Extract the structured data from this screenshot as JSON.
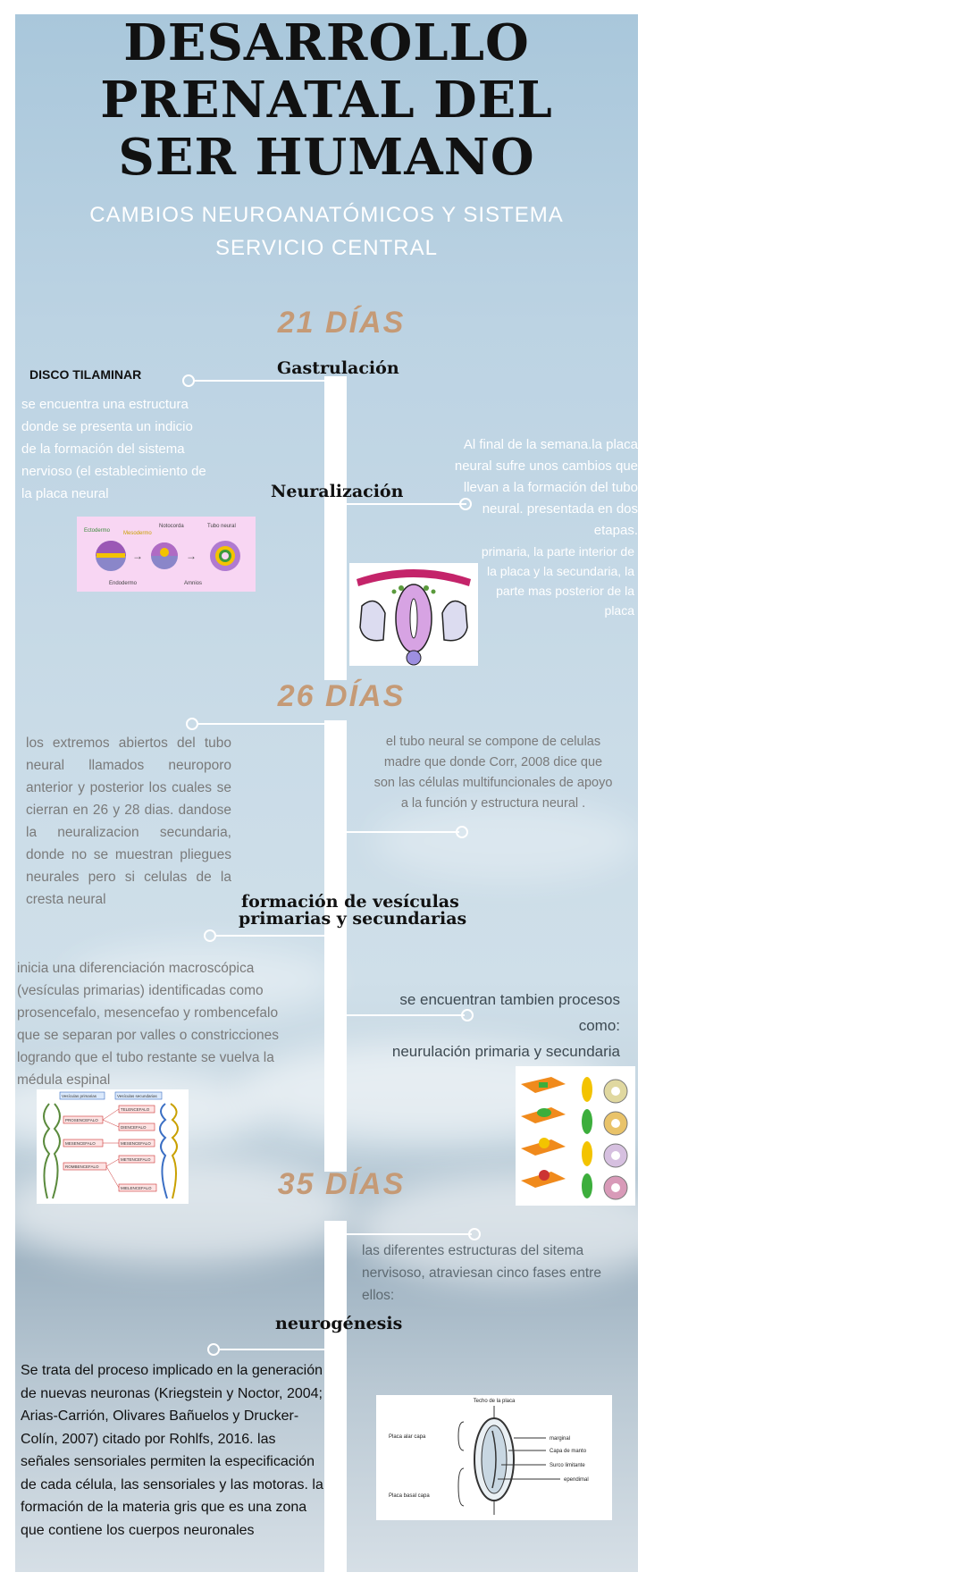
{
  "title_lines": [
    "DESARROLLO",
    "PRENATAL DEL",
    "SER HUMANO"
  ],
  "subtitle": "CAMBIOS NEUROANATÓMICOS Y SISTEMA SERVICIO CENTRAL",
  "day_21": "21 DÍAS",
  "day_26": "26 DÍAS",
  "day_35": "35 DÍAS",
  "gastrulacion": {
    "label": "Gastrulación",
    "heading": "DISCO TILAMINAR",
    "text": "se encuentra una estructura donde se presenta un indicio de la formación del sistema nervioso (el establecimiento de la placa neural"
  },
  "neuralizacion": {
    "label": "Neuralización",
    "text_1": "Al final de la semana.la placa neural sufre unos cambios que llevan a la formación del tubo neural. presentada en dos etapas.",
    "text_2": "primaria, la parte interior de la placa y la secundaria, la parte mas posterior de la placa"
  },
  "fig1": {
    "ectodermo": "Ectodermo",
    "mesodermo": "Mesodermo",
    "notocorda": "Notocorda",
    "tubo_neural": "Tubo neural",
    "endodermo": "Endodermo",
    "amnios": "Amnios"
  },
  "day26": {
    "left_text": "los extremos abiertos del tubo neural llamados neuroporo anterior y posterior los cuales se cierran en 26 y 28 dias. dandose la neuralizacion secundaria, donde no se muestran pliegues neurales pero si celulas de la cresta neural",
    "right_text": "el tubo neural se compone de celulas madre que donde Corr, 2008 dice que son las células multifuncionales de apoyo a la función y estructura neural ."
  },
  "vesiculas": {
    "label_1": "formación de vesículas",
    "label_2": "primarias y secundarias",
    "left_text": "inicia una diferenciación macroscópica (vesículas primarias) identificadas como prosencefalo, mesencefao y rombencefalo que se separan por valles o constricciones logrando que el tubo restante se vuelva la médula espinal",
    "right_1": "se encuentran tambien procesos",
    "right_2": "como:",
    "right_3": "neurulación primaria y secundaria"
  },
  "fig3": {
    "head_left": "Vesículas primarias",
    "head_right": "Vesículas secundarias",
    "prosencefalo": "PROSENCEFALO",
    "mesencefalo": "MESENCEFALO",
    "rombencefalo": "ROMBENCEFALO",
    "telencefalo": "TELENCEFALO",
    "diencefalo": "DIENCEFALO",
    "mesencefalo2": "MESENCEFALO",
    "metencefalo": "METENCEFALO",
    "mielencefalo": "MIELENCEFALO"
  },
  "day35": {
    "right_text": "las diferentes estructuras del sitema nervisoso, atraviesan cinco fases entre ellos:"
  },
  "neurogenesis": {
    "label": "neurogénesis",
    "text": "Se trata del proceso implicado en la generación de nuevas neuronas (Kriegstein y Noctor, 2004; Arias-Carrión, Olivares Bañuelos y Drucker-Colín, 2007) citado por Rohlfs, 2016. las señales sensoriales permiten la especificación de cada célula, las sensoriales y las motoras. la formación de la materia gris que es una zona que contiene los cuerpos neuronales"
  },
  "fig5": {
    "techo": "Techo de la placa",
    "placa_alar": "Placa     alar     capa",
    "placa_basal": "Placa basal capa",
    "marginal": "marginal",
    "manto": "Capa de manto",
    "surco": "Surco limitante",
    "ependimal": "ependimal"
  },
  "colors": {
    "day_accent": "#c59a76",
    "timeline": "#ffffff",
    "title": "#111111"
  }
}
